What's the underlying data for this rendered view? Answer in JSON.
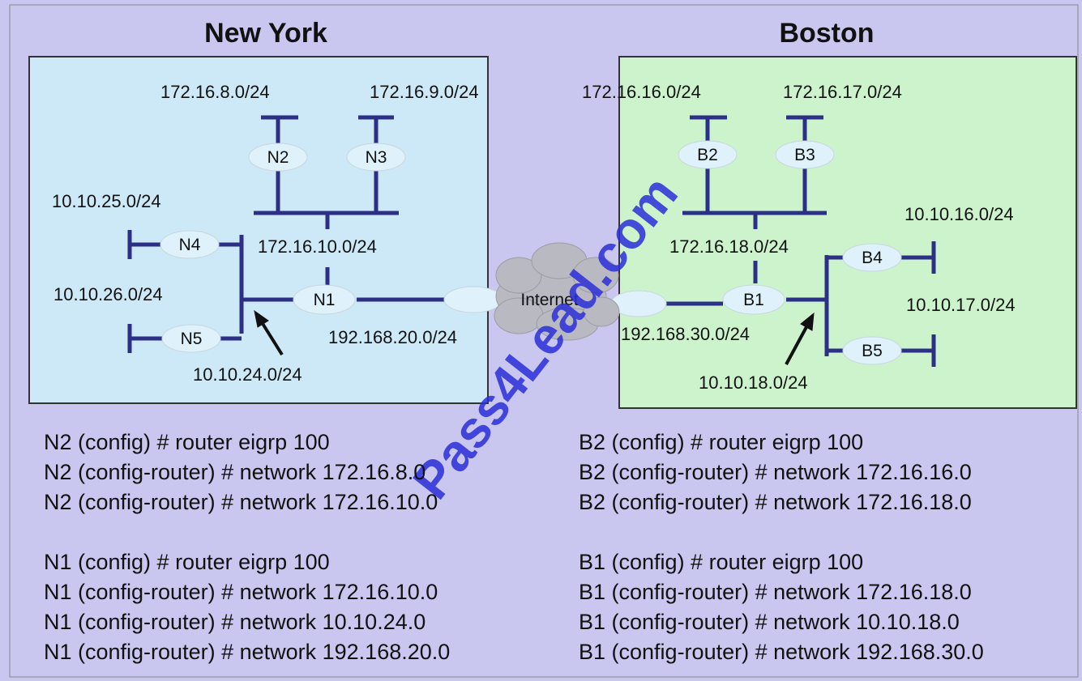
{
  "new_york": {
    "title": "New York",
    "color": "#cde8f6",
    "routers": {
      "n1": "N1",
      "n2": "N2",
      "n3": "N3",
      "n4": "N4",
      "n5": "N5"
    },
    "networks": {
      "n2_lan": "172.16.8.0/24",
      "n3_lan": "172.16.9.0/24",
      "core": "172.16.10.0/24",
      "n4_lan": "10.10.25.0/24",
      "n5_lan": "10.10.26.0/24",
      "edge": "10.10.24.0/24",
      "wan": "192.168.20.0/24"
    }
  },
  "boston": {
    "title": "Boston",
    "color": "#cdf3cd",
    "routers": {
      "b1": "B1",
      "b2": "B2",
      "b3": "B3",
      "b4": "B4",
      "b5": "B5"
    },
    "networks": {
      "b2_lan": "172.16.16.0/24",
      "b3_lan": "172.16.17.0/24",
      "core": "172.16.18.0/24",
      "b4_lan": "10.10.16.0/24",
      "b5_lan": "10.10.17.0/24",
      "edge": "10.10.18.0/24",
      "wan": "192.168.30.0/24"
    }
  },
  "cloud": {
    "label": "Internet"
  },
  "watermark": "Pass4Lead.com",
  "config_left": [
    "N2 (config) # router eigrp 100",
    "N2 (config-router) # network 172.16.8.0",
    "N2 (config-router) # network 172.16.10.0",
    "",
    "N1 (config) # router eigrp 100",
    "N1 (config-router) # network 172.16.10.0",
    "N1 (config-router) # network 10.10.24.0",
    "N1 (config-router) # network 192.168.20.0"
  ],
  "config_right": [
    "B2 (config) # router eigrp 100",
    "B2 (config-router) # network 172.16.16.0",
    "B2 (config-router) # network 172.16.18.0",
    "",
    "B1 (config) # router eigrp 100",
    "B1 (config-router) # network 172.16.18.0",
    "B1 (config-router) # network 10.10.18.0",
    "B1 (config-router) # network 192.168.30.0"
  ]
}
